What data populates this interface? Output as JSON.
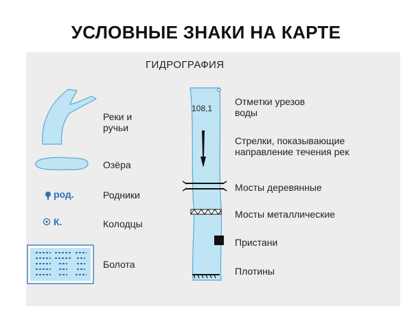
{
  "title": "УСЛОВНЫЕ ЗНАКИ НА КАРТЕ",
  "section": "ГИДРОГРАФИЯ",
  "colors": {
    "water_fill": "#bfe4f3",
    "water_stroke": "#5aa9d6",
    "symbol_blue": "#2f6fb5",
    "panel_bg": "#ededed"
  },
  "left_items": [
    {
      "label": "Реки и ручьи",
      "line1": "Реки и",
      "line2": "ручьи",
      "icon": "river-icon"
    },
    {
      "label": "Озёра",
      "icon": "lake-icon"
    },
    {
      "label": "Родники",
      "symbol": "род.",
      "icon": "spring-icon"
    },
    {
      "label": "Колодцы",
      "symbol": "К.",
      "icon": "well-icon"
    },
    {
      "label": "Болота",
      "icon": "swamp-icon"
    }
  ],
  "right_items": [
    {
      "line1": "Отметки урезов",
      "line2": "воды",
      "elevation": "108,1"
    },
    {
      "line1": "Стрелки, показывающие",
      "line2": "направление течения рек"
    },
    {
      "label": "Мосты деревянные"
    },
    {
      "label": "Мосты металлические"
    },
    {
      "label": "Пристани"
    },
    {
      "label": "Плотины"
    }
  ]
}
